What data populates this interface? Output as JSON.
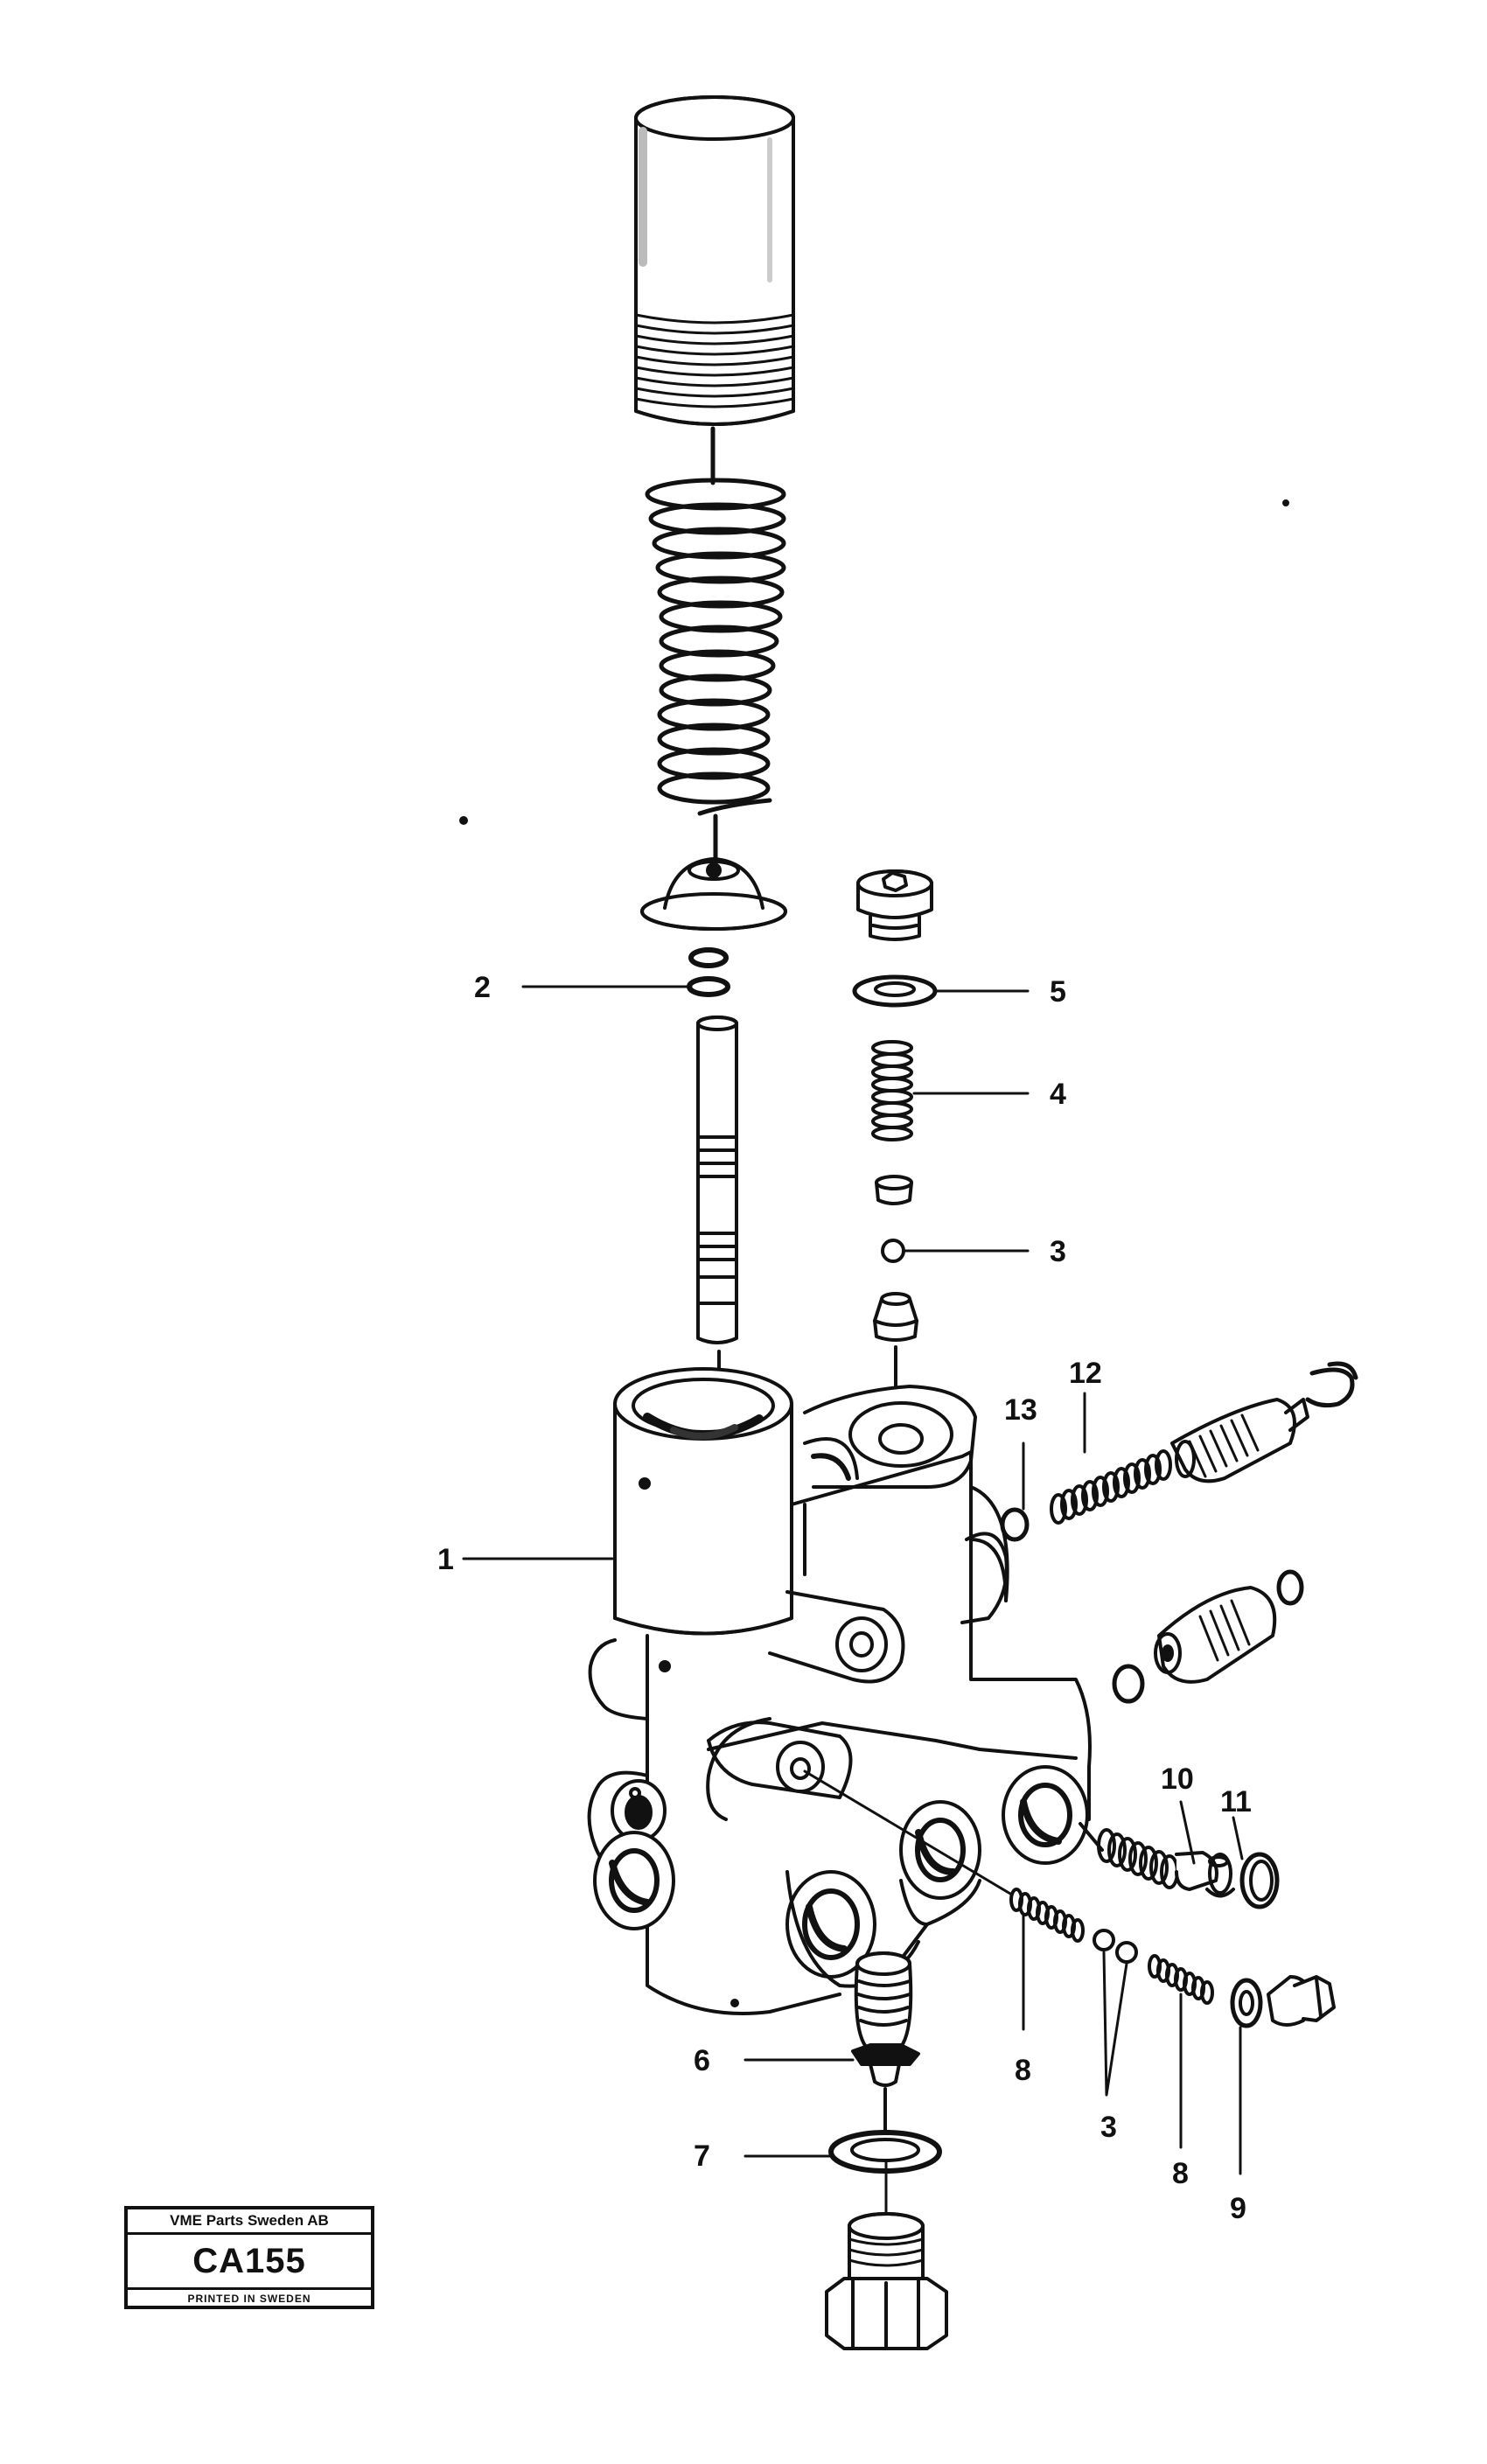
{
  "callouts": [
    {
      "id": "c2",
      "text": "2"
    },
    {
      "id": "c5",
      "text": "5"
    },
    {
      "id": "c4",
      "text": "4"
    },
    {
      "id": "c3a",
      "text": "3"
    },
    {
      "id": "c12",
      "text": "12"
    },
    {
      "id": "c13",
      "text": "13"
    },
    {
      "id": "c1",
      "text": "1"
    },
    {
      "id": "c10",
      "text": "10"
    },
    {
      "id": "c11",
      "text": "11"
    },
    {
      "id": "c6",
      "text": "6"
    },
    {
      "id": "c8a",
      "text": "8"
    },
    {
      "id": "c3b",
      "text": "3"
    },
    {
      "id": "c8b",
      "text": "8"
    },
    {
      "id": "c9",
      "text": "9"
    },
    {
      "id": "c7",
      "text": "7"
    }
  ],
  "stamp": {
    "company": "VME Parts Sweden AB",
    "code": "CA155",
    "printed": "PRINTED IN SWEDEN"
  }
}
